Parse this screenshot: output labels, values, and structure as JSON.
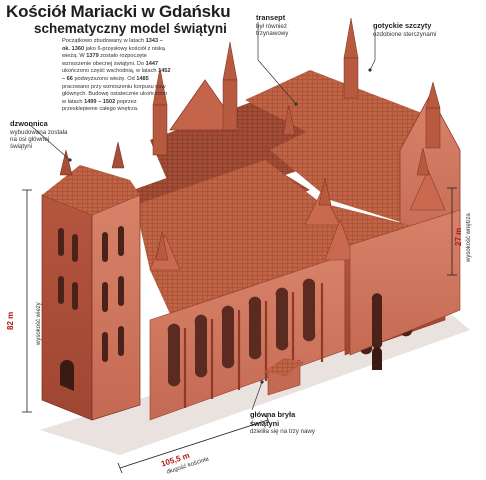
{
  "title": "Kościół Mariacki w Gdańsku",
  "subtitle": "schematyczny model świątyni",
  "intro": [
    {
      "t": "Początkowo zbudowany w latach "
    },
    {
      "t": "1343 – ok. 1360",
      "b": true
    },
    {
      "t": " jako 6-przęsłowy kościół z niską wieżą. W "
    },
    {
      "t": "1379",
      "b": true
    },
    {
      "t": " zostało rozpoczęte wznoszenie obecnej świątyni. Do "
    },
    {
      "t": "1447",
      "b": true
    },
    {
      "t": " ukończono część wschodnią, w latach "
    },
    {
      "t": "1452 – 66",
      "b": true
    },
    {
      "t": " podwyższono wieżę. Od "
    },
    {
      "t": "1485",
      "b": true
    },
    {
      "t": " pracowano przy wznoszeniu korpusu naw głównych. Budowę ostatecznie ukończono w latach "
    },
    {
      "t": "1499 – 1502",
      "b": true
    },
    {
      "t": " poprzez przesklepienie całego wnętrza."
    }
  ],
  "callouts": {
    "transept": {
      "head": "transept",
      "text": "był również trzynawowy"
    },
    "gables": {
      "head": "gotyckie szczyty",
      "text": "ozdobione sterczynami"
    },
    "tower": {
      "head": "dzwonnica",
      "text": "wybudowana została na osi głównej świątyni"
    },
    "body": {
      "head": "główna bryła świątyni",
      "text": "dzieliła się na trzy nawy"
    }
  },
  "dimensions": {
    "tower_height": {
      "value": "82 m",
      "label": "wysokość wieży"
    },
    "nave_height": {
      "value": "27 m",
      "label": "wysokość wnętrza"
    },
    "church_length": {
      "value": "105,5 m",
      "label": "długość kościoła"
    }
  },
  "colors": {
    "brick": "#c8654c",
    "brick_dark": "#8e3a2a",
    "roof": "#b65a3e",
    "accent": "#b01818"
  }
}
